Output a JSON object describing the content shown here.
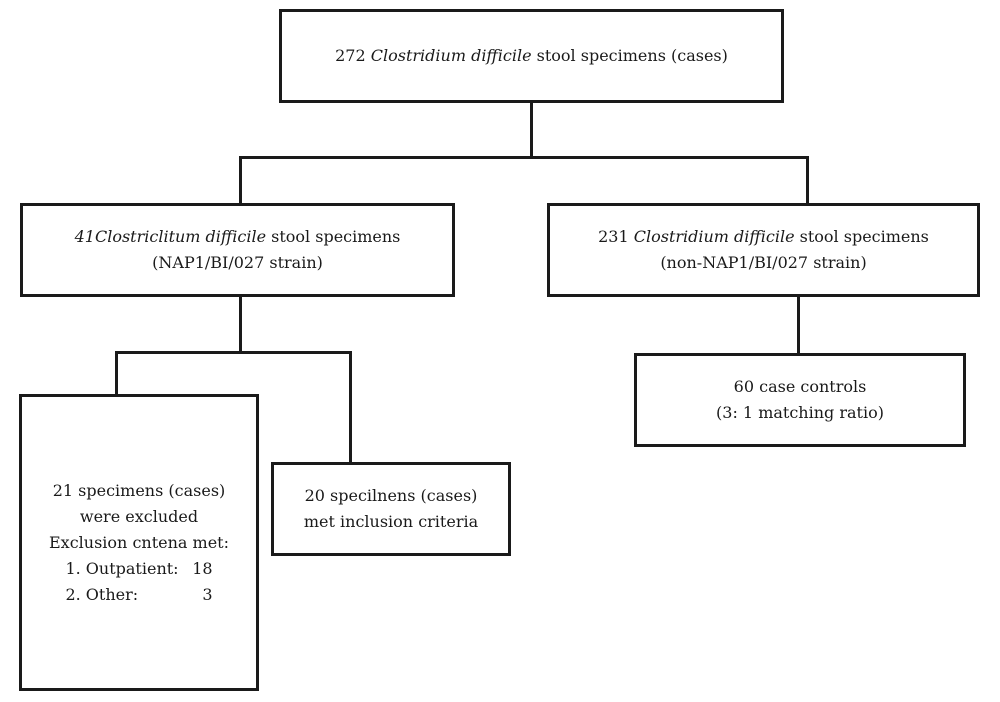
{
  "nodes": {
    "root": {
      "count": "272",
      "organism": "Clostridium difficile",
      "rest": "stool specimens (cases)"
    },
    "nap": {
      "count": "41",
      "organism": "Clostriclitum difficile",
      "rest": "stool specimens",
      "line2": "(NAP1/BI/027 strain)"
    },
    "non_nap": {
      "count": "231",
      "organism": "Clostridium difficile",
      "rest": "stool specimens",
      "line2": "(non-NAP1/BI/027 strain)"
    },
    "excluded": {
      "line1": "21 specimens (cases)",
      "line2": "were excluded",
      "line3": "Exclusion cntena met:",
      "items": [
        {
          "label": "1. Outpatient:",
          "value": "18"
        },
        {
          "label": "2. Other:",
          "value": "3"
        }
      ]
    },
    "included": {
      "line1": "20 specilnens (cases)",
      "line2": "met inclusion criteria"
    },
    "controls": {
      "line1": "60 case controls",
      "line2": "(3: 1 matching ratio)"
    }
  }
}
